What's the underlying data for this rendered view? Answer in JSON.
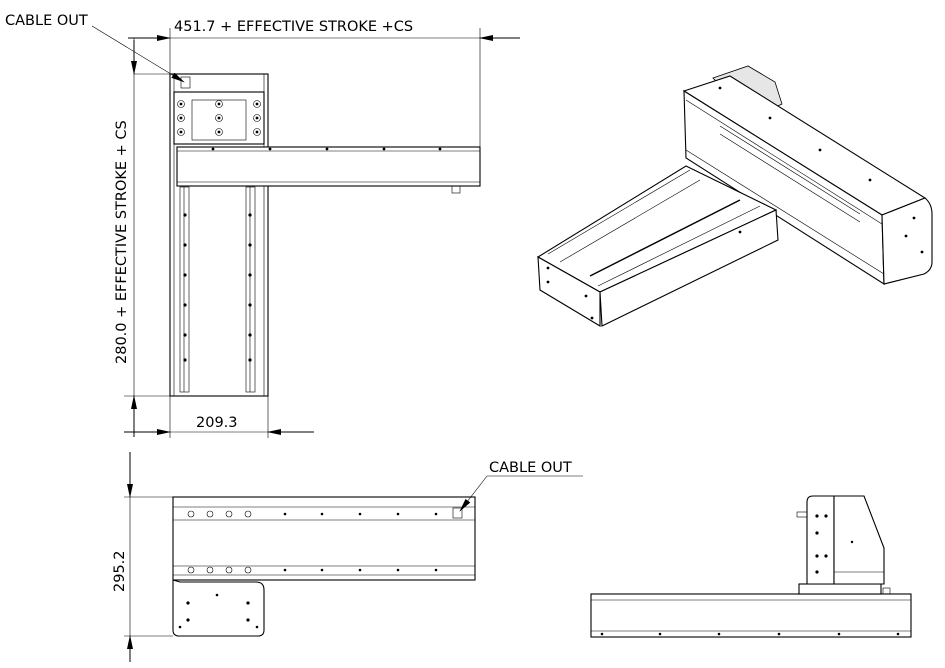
{
  "annotations": {
    "cable_out_top": "CABLE OUT",
    "cable_out_front": "CABLE OUT"
  },
  "dimensions": {
    "width_top": "451.7 + EFFECTIVE STROKE +CS",
    "height_left": "280.0 + EFFECTIVE STROKE + CS",
    "base_width": "209.3",
    "front_height": "295.2"
  },
  "colors": {
    "line": "#000000",
    "background": "#ffffff"
  }
}
